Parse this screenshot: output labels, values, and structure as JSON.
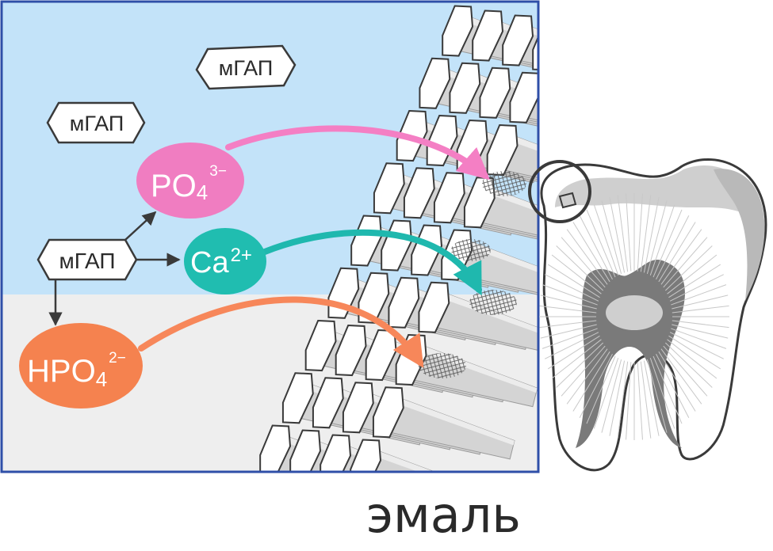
{
  "labels": {
    "mgap": "мГАП",
    "po4_base": "PO",
    "po4_sub": "4",
    "po4_sup": "3−",
    "ca_base": "Ca",
    "ca_sup": "2+",
    "hpo4_base": "HPO",
    "hpo4_sub": "4",
    "hpo4_sup": "2−",
    "caption": "эмаль"
  },
  "colors": {
    "saliva": "#c3e3f9",
    "lower_zone": "#eeeeee",
    "frame": "#2f4fa8",
    "po4": "#f07dc1",
    "po4_arrow": "#f47fc4",
    "ca": "#20bdb0",
    "ca_arrow": "#1fb8ae",
    "hpo4": "#f5824f",
    "hpo4_arrow": "#f7875a",
    "enamel_prism": "#ffffff",
    "enamel_shadow": "#d4d4d4",
    "outline": "#3a3a3a"
  },
  "icons": [
    "arrow-right-icon",
    "arrow-up-icon",
    "arrow-down-icon",
    "curved-arrow-icon",
    "tooth-icon",
    "magnifier-circle-icon"
  ]
}
